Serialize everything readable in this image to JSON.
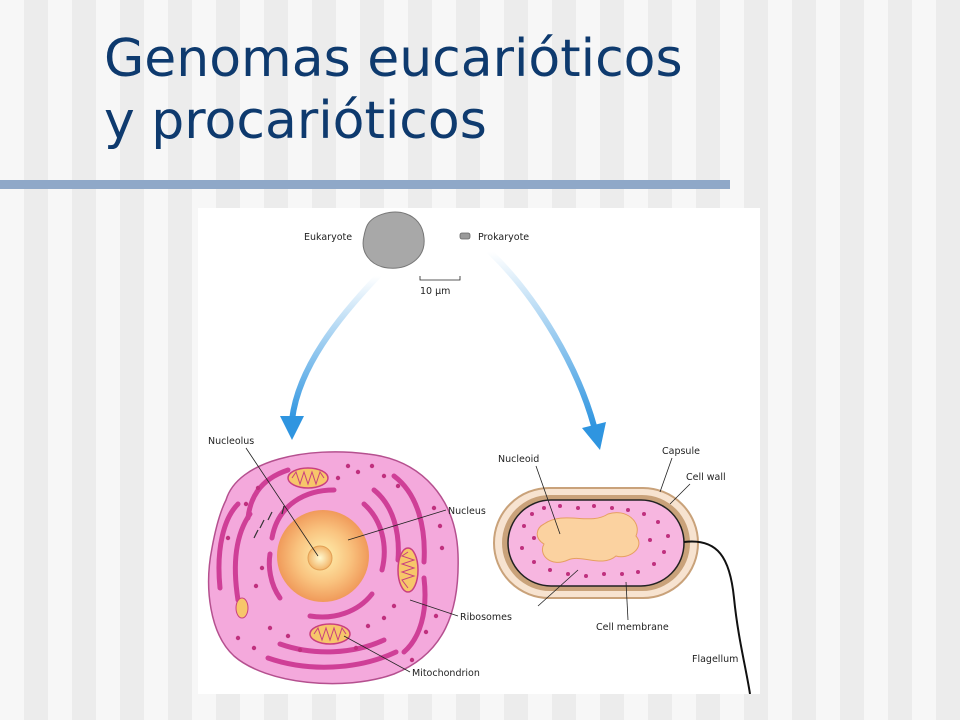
{
  "slide": {
    "title_line1": "Genomas eucarióticos",
    "title_line2": "y procarióticos"
  },
  "figure": {
    "eukaryote_label": "Eukaryote",
    "prokaryote_label": "Prokaryote",
    "scale_label": "10 µm",
    "eukaryote_parts": {
      "nucleolus": "Nucleolus",
      "nucleus": "Nucleus",
      "ribosomes": "Ribosomes",
      "mitochondrion": "Mitochondrion"
    },
    "prokaryote_parts": {
      "nucleoid": "Nucleoid",
      "capsule": "Capsule",
      "cell_wall": "Cell wall",
      "cell_membrane": "Cell membrane",
      "flagellum": "Flagellum"
    }
  },
  "colors": {
    "title": "#0e3a6e",
    "rule": "#8fa8c8",
    "cytoplasm": "#f2a6d8",
    "organelle": "#d9449c",
    "nucleus": "#f7b26a",
    "capsule": "#c9a27a",
    "arrow": "#3aa0e6"
  }
}
